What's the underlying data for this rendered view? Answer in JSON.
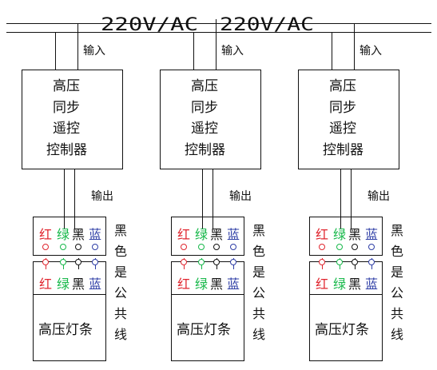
{
  "power": {
    "label_left": "220V/AC",
    "label_right": "220V/AC"
  },
  "labels": {
    "input": "输入",
    "output": "输出",
    "controller_lines": [
      "高压",
      "同步",
      "遥控",
      "控制器"
    ],
    "strip_title": "高压灯条",
    "common_note": [
      "黑",
      "色",
      "是",
      "公",
      "共",
      "线"
    ]
  },
  "wires": [
    {
      "key": "red",
      "text": "红",
      "color": "#e0262f"
    },
    {
      "key": "green",
      "text": "绿",
      "color": "#17b84a"
    },
    {
      "key": "black",
      "text": "黑",
      "color": "#111111"
    },
    {
      "key": "blue",
      "text": "蓝",
      "color": "#2e3ea6"
    }
  ],
  "units": 3
}
